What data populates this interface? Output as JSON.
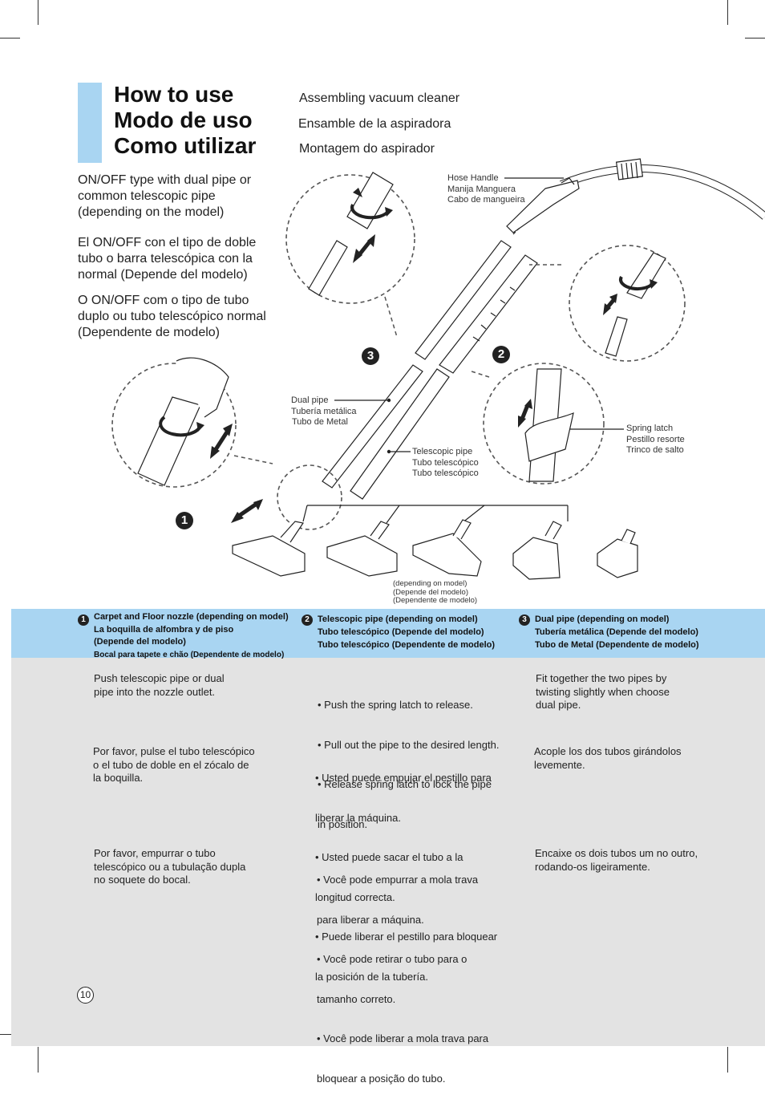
{
  "header": {
    "titles": [
      "How to use",
      "Modo de uso",
      "Como utilizar"
    ],
    "subtitles": [
      "Assembling vacuum cleaner",
      "Ensamble de la aspiradora",
      "Montagem do aspirador"
    ]
  },
  "intro": {
    "en": "ON/OFF type with dual pipe or common  telescopic pipe (depending on the model)",
    "es": "El ON/OFF con el tipo de doble tubo o barra telescópica con la normal (Depende del modelo)",
    "pt": "O ON/OFF com o tipo de tubo duplo ou tubo telescópico normal (Dependente de modelo)"
  },
  "labels": {
    "hose_handle": [
      "Hose Handle",
      "Manija Manguera",
      "Cabo de mangueira"
    ],
    "dual_pipe": [
      "Dual pipe",
      "Tubería metálica",
      "Tubo de Metal"
    ],
    "telescopic_pipe": [
      "Telescopic pipe",
      "Tubo telescópico",
      "Tubo telescópico"
    ],
    "spring_latch": [
      "Spring latch",
      "Pestillo resorte",
      "Trinco de salto"
    ],
    "depending": [
      "(depending on model)",
      "(Depende del modelo)",
      "(Dependente de modelo)"
    ]
  },
  "steps": [
    {
      "number": "1",
      "heading": [
        "Carpet and Floor nozzle (depending on model)",
        "La boquilla de alfombra y de piso",
        "(Depende del modelo)",
        "Bocal para tapete e chão (Dependente de modelo)"
      ],
      "en": [
        "Push telescopic pipe or dual",
        "pipe into the nozzle outlet."
      ],
      "es": [
        "Por favor, pulse el tubo telescópico",
        "o el tubo de doble en el zócalo de",
        "la boquilla."
      ],
      "pt": [
        "Por favor, empurrar o tubo",
        "telescópico ou a tubulação dupla",
        "no soquete do bocal."
      ]
    },
    {
      "number": "2",
      "heading": [
        "Telescopic pipe (depending on model)",
        "Tubo telescópico (Depende del modelo)",
        "Tubo telescópico (Dependente de modelo)"
      ],
      "en": [
        "• Push the spring latch to release.",
        "• Pull out the pipe to the desired length.",
        "• Release spring latch to lock the pipe",
        "   in position."
      ],
      "es": [
        "• Usted puede empujar el pestillo para",
        "   liberar la máquina.",
        "• Usted puede sacar el tubo a la",
        "   longitud correcta.",
        "• Puede liberar el pestillo para bloquear",
        "   la posición de la tubería."
      ],
      "pt": [
        "• Você pode empurrar a mola trava",
        "   para liberar a máquina.",
        "• Você pode retirar o tubo para o",
        "   tamanho correto.",
        "• Você pode liberar a mola trava para",
        "   bloquear a posição do tubo."
      ]
    },
    {
      "number": "3",
      "heading": [
        "Dual pipe (depending on model)",
        "Tubería metálica (Depende del modelo)",
        "Tubo de Metal (Dependente de modelo)"
      ],
      "en": [
        "Fit together the two pipes by",
        "twisting slightly when choose",
        "dual pipe."
      ],
      "es": [
        "Acople los dos tubos girándolos",
        "levemente."
      ],
      "pt": [
        "Encaixe os dois tubos um no outro,",
        "rodando-os ligeiramente."
      ]
    }
  ],
  "diagram_numbers": [
    "1",
    "2",
    "3"
  ],
  "page_number": "10",
  "colors": {
    "accent": "#a9d5f2",
    "panel": "#e3e3e3"
  }
}
